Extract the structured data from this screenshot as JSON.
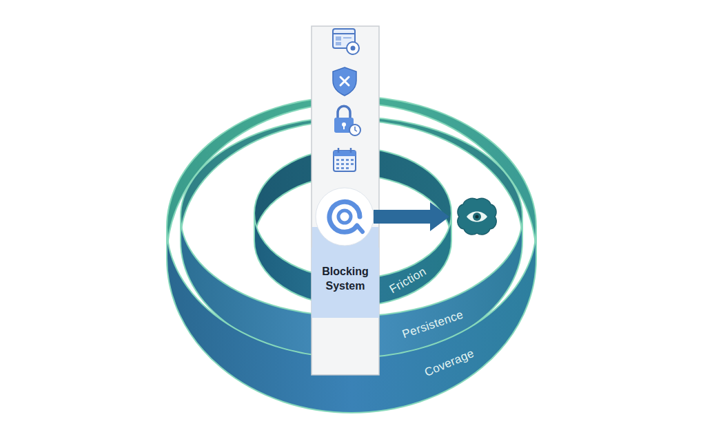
{
  "diagram": {
    "nodes": [
      {
        "text": [
          "Blocking System"
        ]
      },
      {
        "text": [
          "Friction"
        ]
      },
      {
        "text": [
          "Persistence"
        ]
      },
      {
        "text": [
          "Coverage"
        ]
      }
    ]
  }
}
